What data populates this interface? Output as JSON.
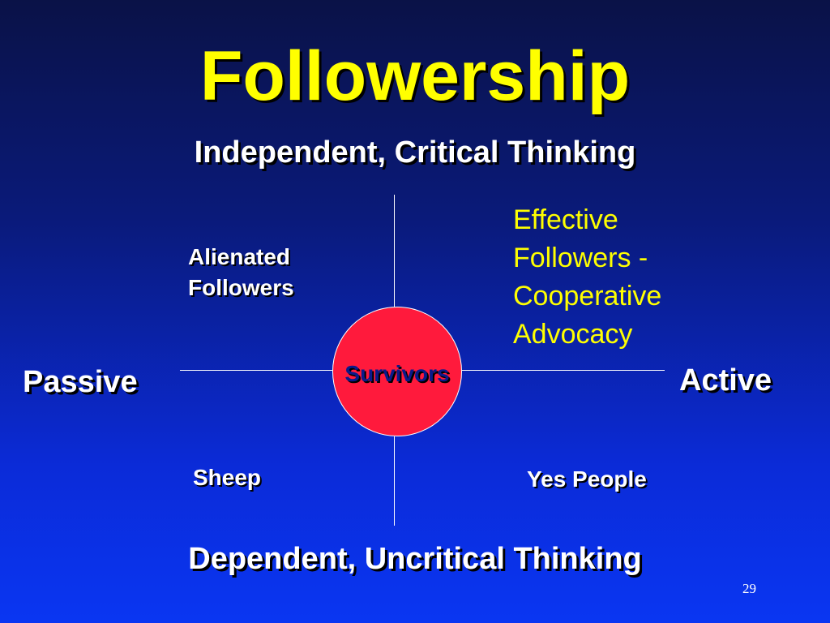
{
  "slide": {
    "title": "Followership",
    "top_label": "Independent, Critical Thinking",
    "bottom_label": "Dependent, Uncritical Thinking",
    "left_label": "Passive",
    "right_label": "Active",
    "page_number": "29"
  },
  "quadrants": {
    "top_left": {
      "lines": [
        "Alienated",
        "Followers"
      ]
    },
    "top_right": {
      "lines": [
        "Effective",
        "Followers -",
        "Cooperative",
        "Advocacy"
      ]
    },
    "bottom_left": {
      "label": "Sheep"
    },
    "bottom_right": {
      "label": "Yes People"
    }
  },
  "center": {
    "label": "Survivors"
  },
  "colors": {
    "title": "#ffff00",
    "effective_text": "#ffff00",
    "center_fill": "#ff1a3c",
    "center_text": "#0a1a8a",
    "text": "#ffffff",
    "axis": "#ffffff"
  }
}
